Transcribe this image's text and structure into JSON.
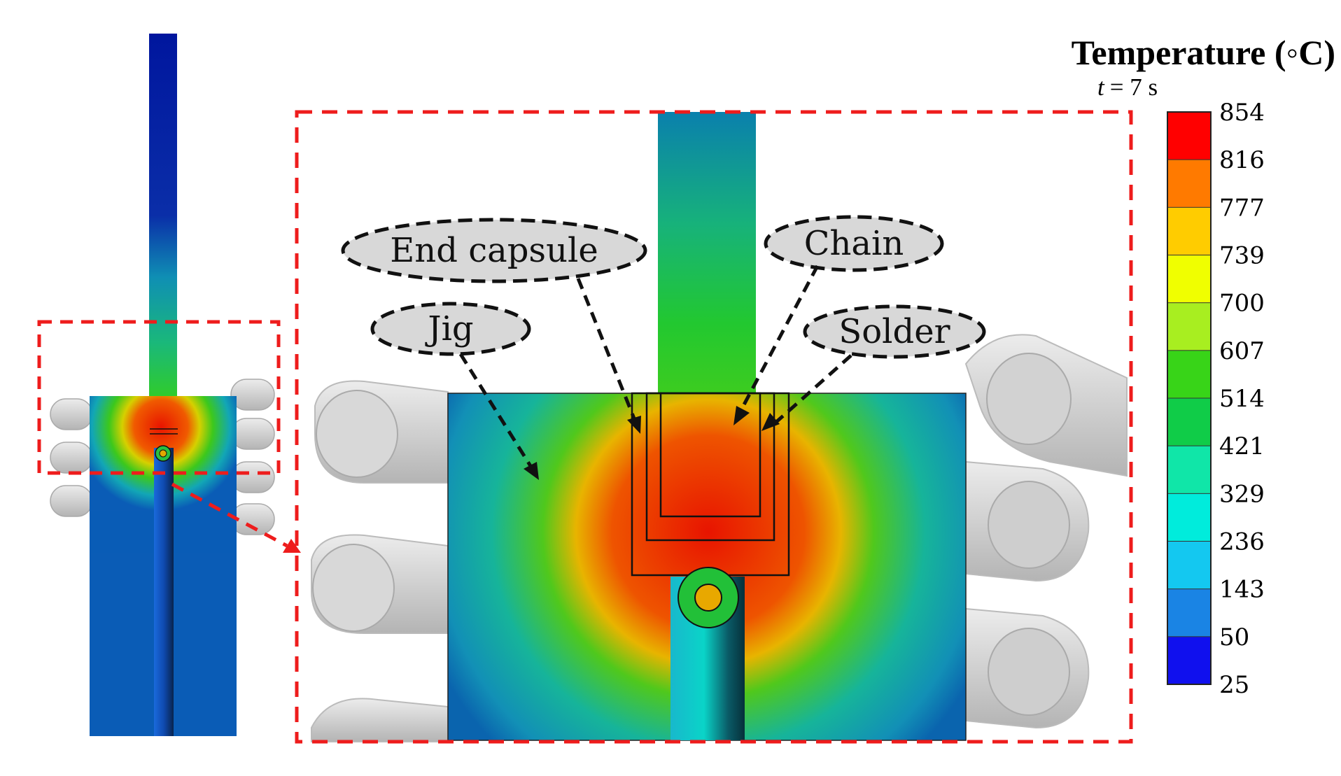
{
  "legend": {
    "title": "Temperature (◦C)",
    "time_var": "t",
    "time_value": "= 7 s",
    "ticks": [
      "854",
      "816",
      "777",
      "739",
      "700",
      "607",
      "514",
      "421",
      "329",
      "236",
      "143",
      "50",
      "25"
    ],
    "band_colors": [
      "#ff0000",
      "#ff7a00",
      "#ffcc00",
      "#f0ff00",
      "#a8ee20",
      "#38d418",
      "#10cc48",
      "#10e6a8",
      "#00ecdc",
      "#14c8f0",
      "#1a84e4",
      "#1010ee"
    ]
  },
  "callouts": {
    "end_capsule": "End capsule",
    "chain": "Chain",
    "jig": "Jig",
    "solder": "Solder"
  },
  "colors": {
    "zoom_frame": "#ee1c1c",
    "hot": "#ff1a00",
    "cold": "#00008c",
    "coil": "#d4d4d4"
  }
}
